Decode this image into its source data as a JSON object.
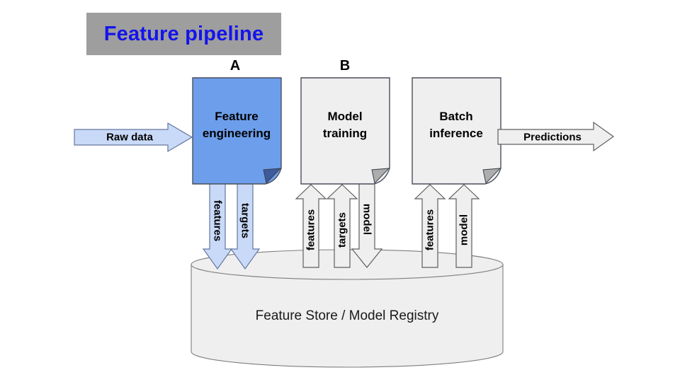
{
  "slide": {
    "title": "Feature pipeline",
    "title_color": "#1414EB",
    "title_bg": "#9E9E9E"
  },
  "markers": {
    "a": "A",
    "b": "B"
  },
  "nodes": {
    "feature_engineering": {
      "label": "Feature engineering",
      "fill": "#6D9EEB",
      "fold": "#3D5B9B"
    },
    "model_training": {
      "label": "Model training",
      "fill": "#EFEFEF",
      "fold": "#ADADAD"
    },
    "batch_inference": {
      "label": "Batch inference",
      "fill": "#EFEFEF",
      "fold": "#ADADAD"
    }
  },
  "io_arrows": {
    "raw_data": {
      "label": "Raw data",
      "fill": "#C9DAF8"
    },
    "predictions": {
      "label": "Predictions",
      "fill": "#EFEFEF"
    }
  },
  "flows": {
    "fe_features": {
      "label": "features",
      "direction": "down",
      "fill": "#C9DAF8"
    },
    "fe_targets": {
      "label": "targets",
      "direction": "down",
      "fill": "#C9DAF8"
    },
    "mt_features": {
      "label": "features",
      "direction": "up",
      "fill": "#EFEFEF"
    },
    "mt_targets": {
      "label": "targets",
      "direction": "up",
      "fill": "#EFEFEF"
    },
    "mt_model": {
      "label": "model",
      "direction": "down",
      "fill": "#EFEFEF"
    },
    "bi_features": {
      "label": "features",
      "direction": "up",
      "fill": "#EFEFEF"
    },
    "bi_model": {
      "label": "model",
      "direction": "up",
      "fill": "#EFEFEF"
    }
  },
  "store": {
    "label": "Feature Store / Model Registry",
    "fill": "#EFEFEF"
  }
}
